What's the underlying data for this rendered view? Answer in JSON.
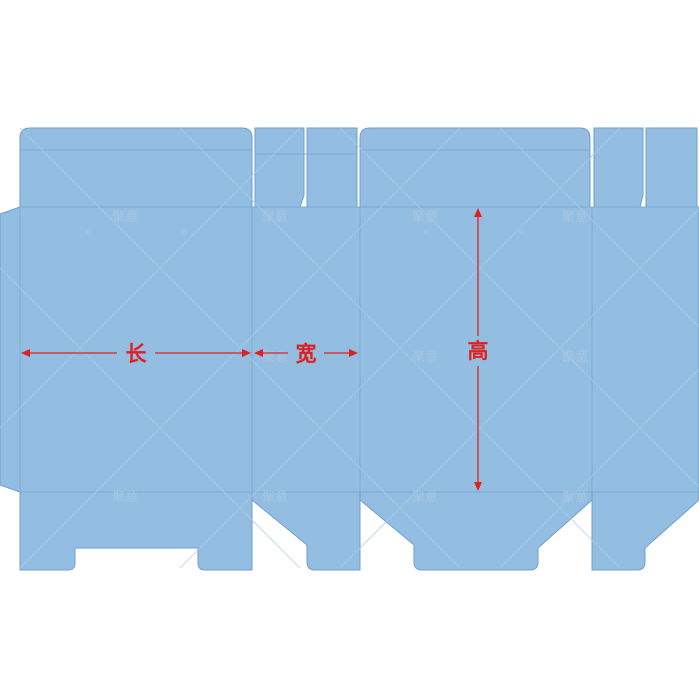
{
  "colors": {
    "panel": "#93bee1",
    "fold_line": "#7aa9d4",
    "dimension": "#e02020",
    "background": "#ffffff"
  },
  "dimensions": {
    "length_label": "长",
    "width_label": "宽",
    "height_label": "高"
  },
  "watermark": {
    "text": "聚意"
  }
}
